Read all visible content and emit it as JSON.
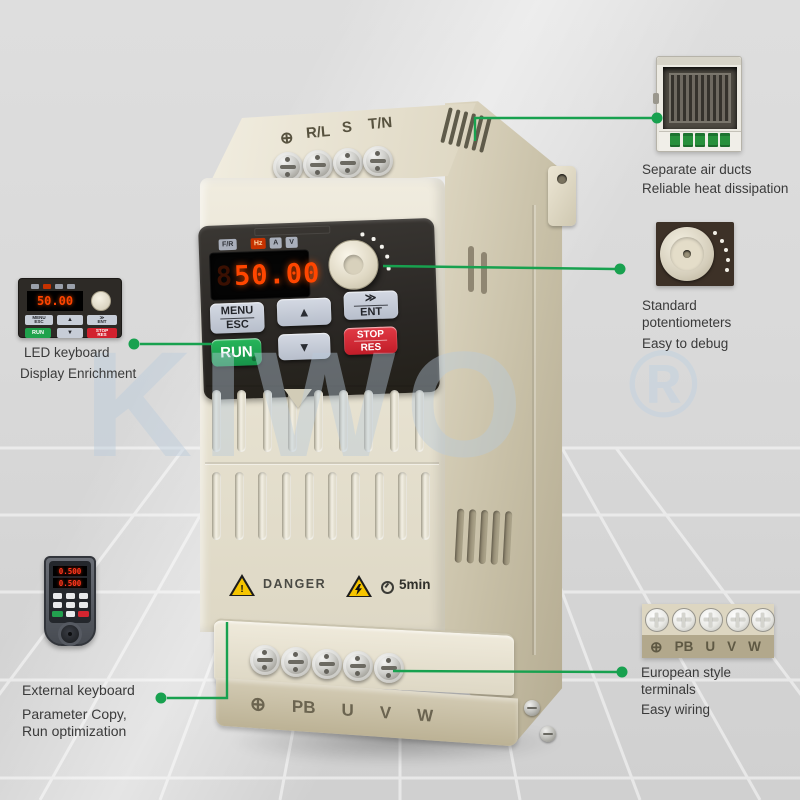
{
  "watermark": {
    "brand": "KIWO",
    "registered": "®"
  },
  "colors": {
    "accent_green": "#18A14F",
    "run_green": "#1FA24C",
    "stop_red": "#D2212E",
    "hz_badge_red": "#C63200",
    "led_segment": "#FF4600",
    "device_cream": "#EAE5D4",
    "panel_dark": "#2A2724",
    "watermark_blue": "#B9CBDC"
  },
  "device": {
    "top_terminals": {
      "labels": [
        "⊕",
        "R/L",
        "S",
        "T/N"
      ]
    },
    "bottom_terminals": {
      "labels": [
        "⊕",
        "PB",
        "U",
        "V",
        "W"
      ]
    },
    "panel": {
      "indicators": [
        {
          "label": "F/R",
          "active": false
        },
        {
          "label": "Hz",
          "active": true
        },
        {
          "label": "A",
          "active": false
        },
        {
          "label": "V",
          "active": false
        }
      ],
      "display_ghost": "8",
      "display_value": "50.00",
      "buttons": {
        "menu": "MENU",
        "esc": "ESC",
        "up": "▲",
        "shift": "≫",
        "ent": "ENT",
        "run": "RUN",
        "down": "▼",
        "stop": "STOP",
        "res": "RES"
      }
    },
    "warnings": {
      "danger": "DANGER",
      "wait_time": "5min"
    }
  },
  "callouts": {
    "air_duct": {
      "line1": "Separate air ducts",
      "line2": "Reliable heat dissipation"
    },
    "potentiometer": {
      "line1": "Standard potentiometers",
      "line2": "Easy to debug"
    },
    "euro_terminals": {
      "line1": "European style terminals",
      "line2": "Easy wiring"
    },
    "led_keyboard": {
      "line1": "LED keyboard",
      "line2": "Display Enrichment"
    },
    "external_keyboard": {
      "line1": "External keyboard",
      "line2": "Parameter Copy,",
      "line3": "Run optimization",
      "display_top": "0.500",
      "display_bottom": "0.500"
    }
  }
}
